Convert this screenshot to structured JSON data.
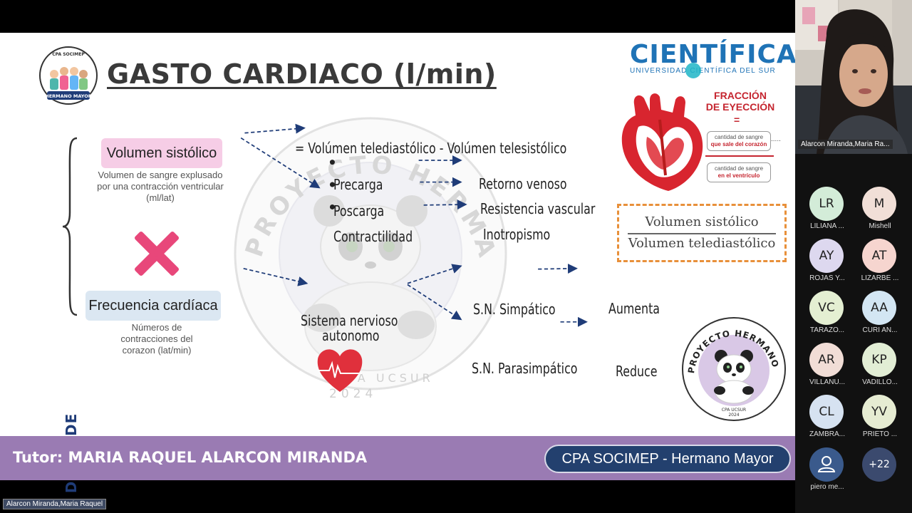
{
  "slide": {
    "title": "GASTO CARDIACO (l/min)",
    "brand_logo": {
      "name": "CIENTÍFICA",
      "subtitle": "UNIVERSIDAD CIENTÍFICA DEL SUR"
    },
    "socimep_logo": {
      "top_text": "CPA SOCIMEP",
      "bottom_text": "HERMANO MAYOR"
    },
    "watermark": {
      "arc_text": "PROYECTO HERMANO MAYOR",
      "bottom_text": "CPA UCSUR",
      "year": "2024"
    },
    "depende": "DEPENDE",
    "volumen_sistolico": {
      "label": "Volumen sistólico",
      "desc": "Volumen de sangre explusado por una contracción ventricular (ml/lat)"
    },
    "frecuencia_cardiaca": {
      "label": "Frecuencia cardíaca",
      "desc": "Números de contracciones del corazon (lat/min)"
    },
    "vs_formula": "= Volúmen telediastólico - Volúmen telesistólico",
    "factors": [
      {
        "name": "Precarga",
        "result": "Retorno venoso"
      },
      {
        "name": "Poscarga",
        "result": "Resistencia vascular"
      },
      {
        "name": "Contractilidad",
        "result": "Inotropismo"
      }
    ],
    "sna": {
      "label_line1": "Sistema nervioso",
      "label_line2": "autonomo"
    },
    "simpatico": {
      "label": "S.N. Simpático",
      "effect": "Aumenta"
    },
    "parasimpatico": {
      "label": "S.N. Parasimpático",
      "effect": "Reduce"
    },
    "fraccion": {
      "title_line1": "FRACCIÓN",
      "title_line2": "DE EYECCIÓN",
      "equals": "=",
      "numerator_line1": "cantidad de sangre",
      "numerator_line2": "que sale del corazón",
      "denominator_line1": "cantidad de sangre",
      "denominator_line2": "en el ventrículo",
      "dots": "....."
    },
    "formula": {
      "numerator": "Volumen sistólico",
      "denominator": "Volumen telediastólico"
    },
    "badge": {
      "arc_text": "PROYECTO HERMANO MAYOR",
      "bottom_text": "CPA UCSUR",
      "year": "2024"
    },
    "footer": {
      "tutor": "Tutor: MARIA RAQUEL ALARCON MIRANDA",
      "pill": "CPA SOCIMEP - Hermano Mayor"
    }
  },
  "meeting": {
    "speaker_name": "Alarcon Miranda,Maria Ra...",
    "bottom_label": "Alarcon Miranda,Maria Raquel",
    "participants": [
      {
        "initials": "LR",
        "name": "LILIANA ...",
        "color": "#d3ecd8"
      },
      {
        "initials": "M",
        "name": "Mishell",
        "color": "#f1dfd7"
      },
      {
        "initials": "AY",
        "name": "ROJAS Y...",
        "color": "#ddd8ef"
      },
      {
        "initials": "AT",
        "name": "LIZARBE ...",
        "color": "#f6d5cf"
      },
      {
        "initials": "VC",
        "name": "TARAZO...",
        "color": "#e4efd2"
      },
      {
        "initials": "AA",
        "name": "CURI AN...",
        "color": "#d3e6f3"
      },
      {
        "initials": "AR",
        "name": "VILLANU...",
        "color": "#f1ddd6"
      },
      {
        "initials": "KP",
        "name": "VADILLO...",
        "color": "#e2eed5"
      },
      {
        "initials": "CL",
        "name": "ZAMBRA...",
        "color": "#d6e2f1"
      },
      {
        "initials": "YV",
        "name": "PRIETO ...",
        "color": "#e6ecd2"
      },
      {
        "initials": "",
        "name": "piero me...",
        "color": "#3a5a8c"
      },
      {
        "initials": "+22",
        "name": "",
        "color": "#3b4a6e"
      }
    ]
  }
}
